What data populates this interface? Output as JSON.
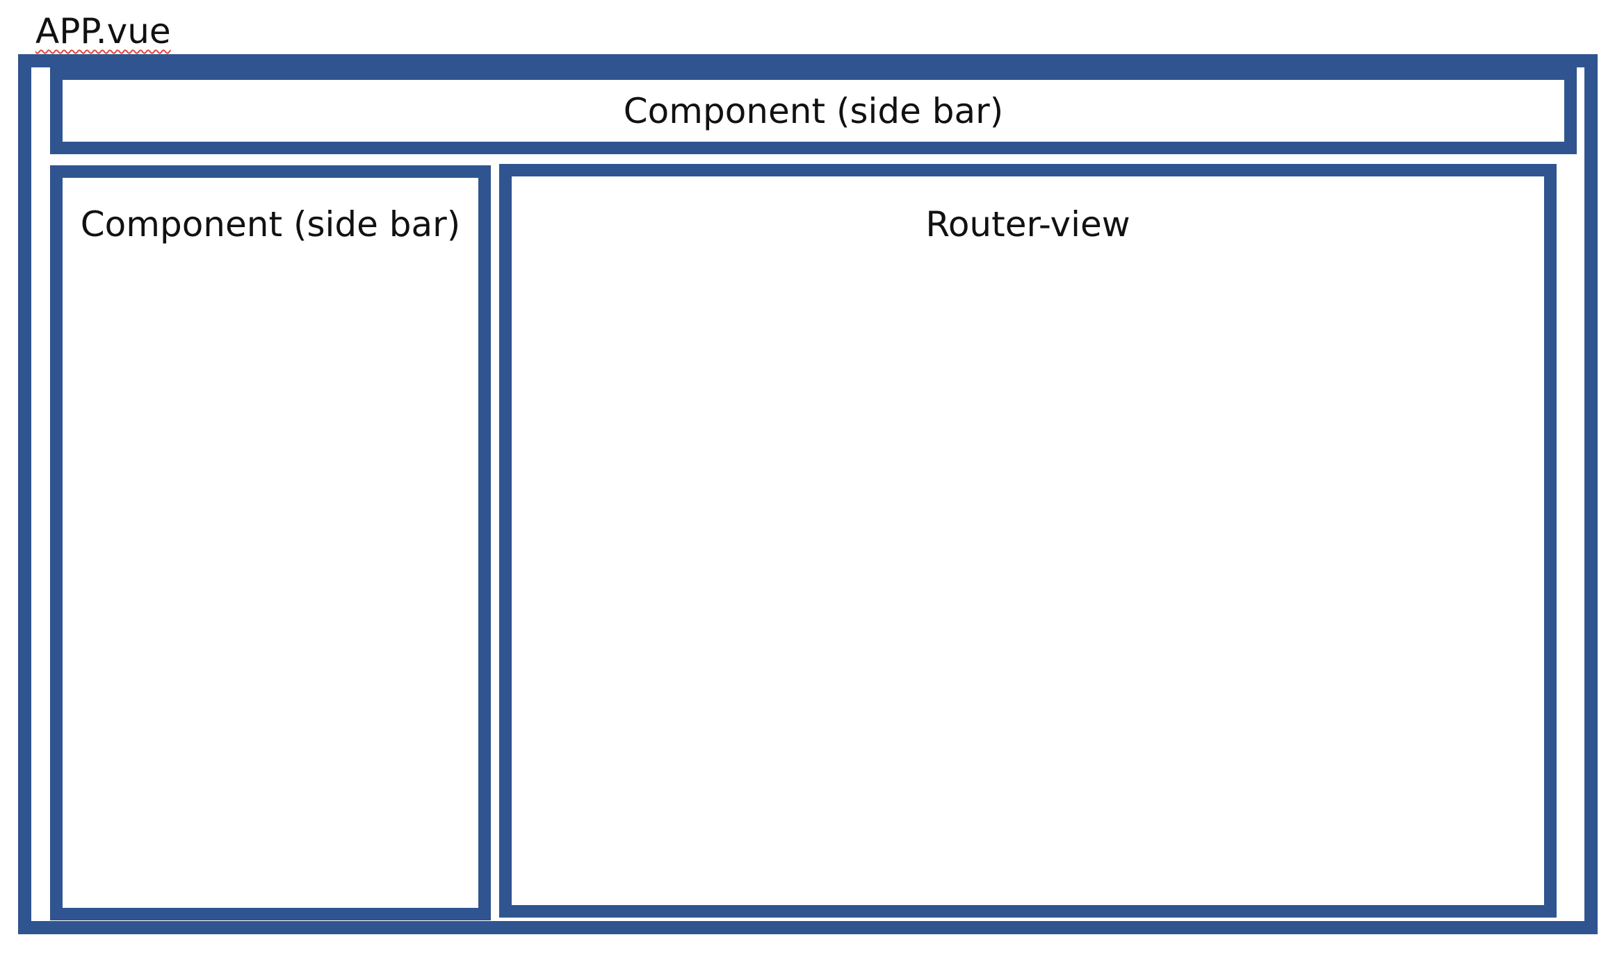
{
  "app": {
    "label": "APP.vue"
  },
  "components": {
    "top_bar_label": "Component (side bar)",
    "left_bar_label": "Component (side bar)",
    "router_view_label": "Router-view"
  },
  "colors": {
    "box_border": "#2f5490",
    "background": "#ffffff",
    "text": "#111111"
  }
}
